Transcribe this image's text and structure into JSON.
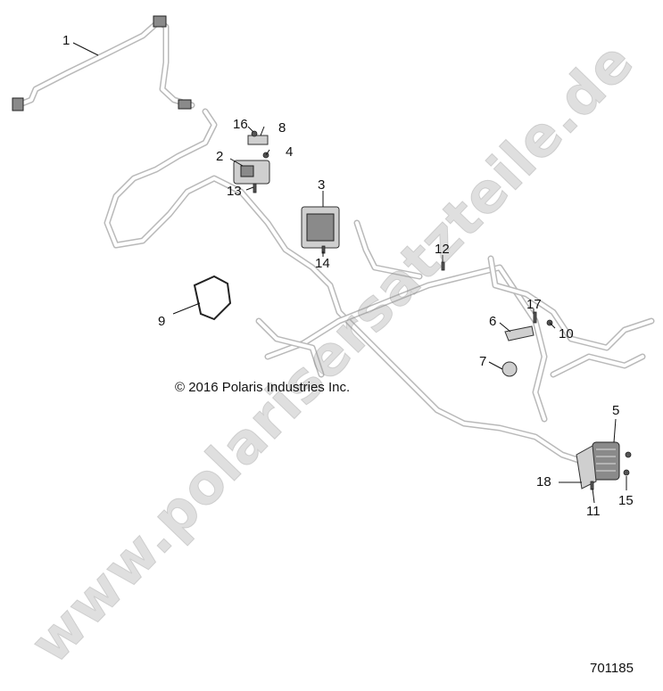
{
  "callouts": {
    "c1": "1",
    "c2": "2",
    "c3": "3",
    "c4": "4",
    "c5": "5",
    "c6": "6",
    "c7": "7",
    "c8": "8",
    "c9": "9",
    "c10": "10",
    "c11": "11",
    "c12": "12",
    "c13": "13",
    "c14": "14",
    "c15": "15",
    "c16": "16",
    "c17": "17",
    "c18": "18"
  },
  "copyright": "© 2016 Polaris Industries Inc.",
  "figure_id": "701185",
  "watermark": "www.polarisersatzteile.de",
  "colors": {
    "harness": "#b9b9b9",
    "ink": "#111111",
    "watermark": "#969696"
  }
}
